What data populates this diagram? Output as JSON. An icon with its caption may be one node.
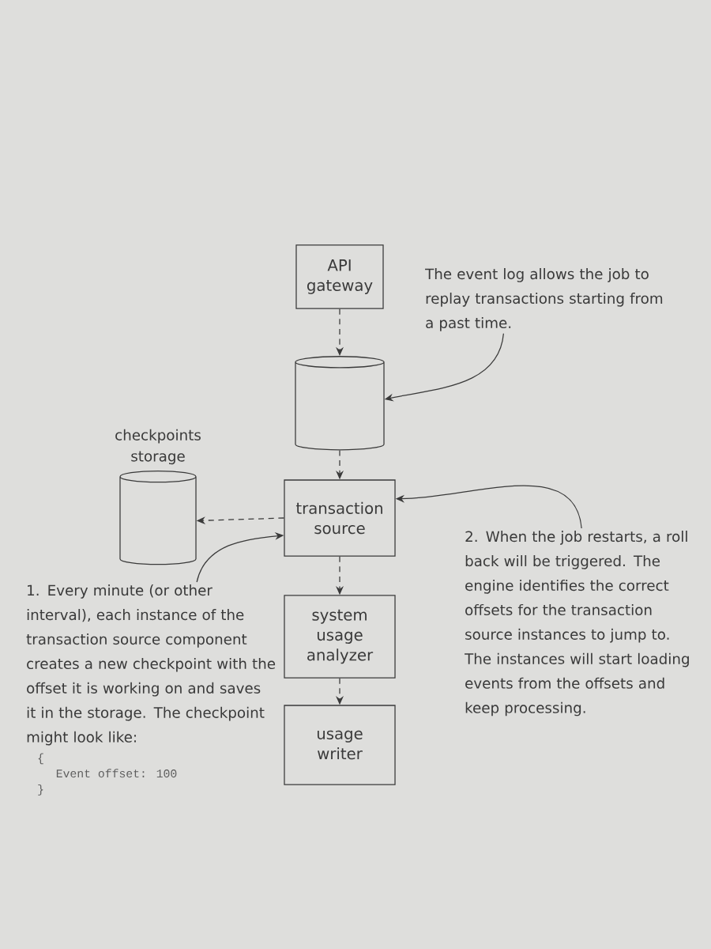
{
  "diagram": {
    "nodes": [
      {
        "text": [
          "API gateway"
        ]
      },
      {
        "text": [],
        "shape": "cylinder"
      },
      {
        "text": [
          "checkpoints storage"
        ]
      },
      {
        "text": [
          "transaction source"
        ]
      },
      {
        "text": [
          "system usage analyzer"
        ]
      },
      {
        "text": [
          "usage writer"
        ]
      },
      {
        "text": [
          "The event log allows the job to replay transactions starting from a past time."
        ]
      },
      {
        "text": [
          "1. Every minute (or other interval), each instance of the transaction source component creates a new checkpoint with the offset it is working on and saves it in the storage. The checkpoint might look like:",
          "{",
          "Event offset: 100",
          "}"
        ]
      },
      {
        "text": [
          "2. When the job restarts, a roll back will be triggered. The engine identifies the correct offsets for the transaction source instances to jump to. The instances will start loading events from the offsets and keep processing."
        ]
      }
    ],
    "edges": [
      {
        "from": 0,
        "to": 1,
        "arrow": "to",
        "style": "dashed"
      },
      {
        "from": 1,
        "to": 3,
        "arrow": "to",
        "style": "dashed"
      },
      {
        "from": 3,
        "to": 2,
        "arrow": "to",
        "style": "dashed"
      },
      {
        "from": 3,
        "to": 4,
        "arrow": "to",
        "style": "dashed"
      },
      {
        "from": 4,
        "to": 5,
        "arrow": "to",
        "style": "dashed"
      },
      {
        "from": 6,
        "to": 1,
        "arrow": "to"
      },
      {
        "from": 7,
        "to": 3,
        "arrow": "to"
      },
      {
        "from": 8,
        "to": 3,
        "arrow": "to"
      }
    ]
  }
}
